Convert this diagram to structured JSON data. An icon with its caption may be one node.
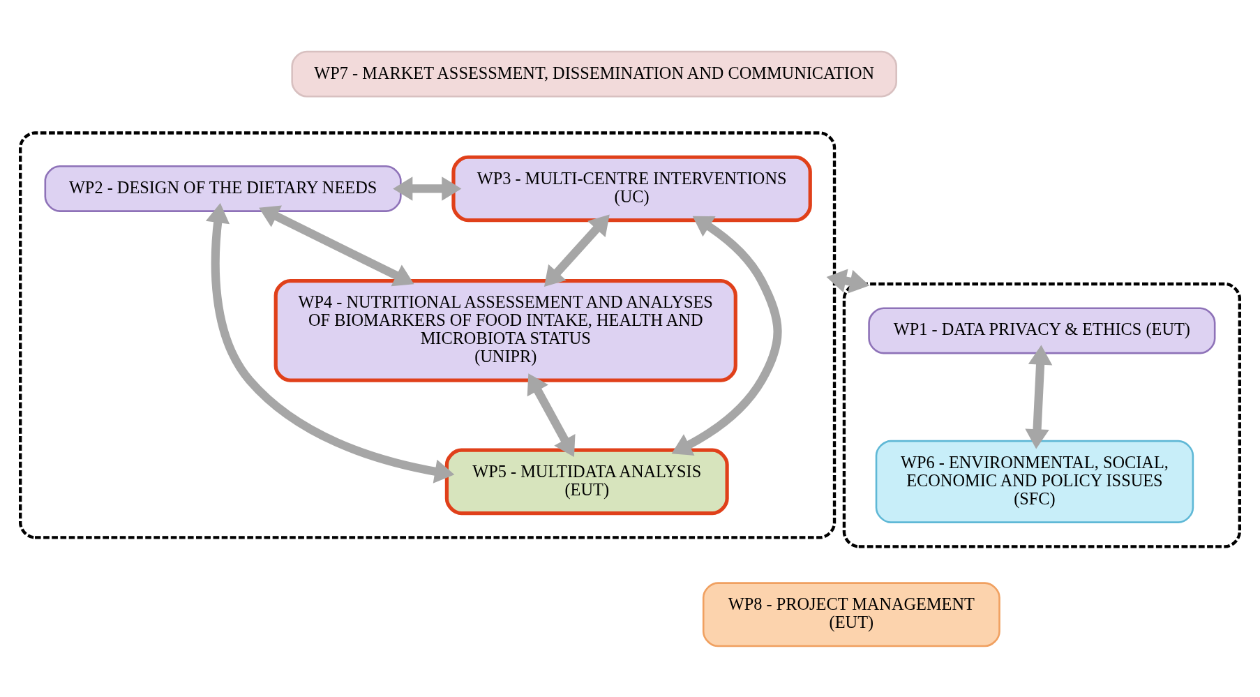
{
  "diagram": {
    "nodes": [
      {
        "text": [
          "WP7 - MARKET ASSESSMENT, DISSEMINATION AND COMMUNICATION"
        ]
      },
      {
        "text": [],
        "shape": "box"
      },
      {
        "text": [
          "WP2 - DESIGN OF THE DIETARY NEEDS"
        ],
        "in": 1
      },
      {
        "text": [
          "WP3 - MULTI-CENTRE INTERVENTIONS",
          "(UC)"
        ],
        "in": 1
      },
      {
        "text": [
          "WP4 - NUTRITIONAL ASSESSEMENT AND ANALYSES OF BIOMARKERS OF FOOD INTAKE, HEALTH AND MICROBIOTA STATUS",
          "(UNIPR)"
        ],
        "in": 1
      },
      {
        "text": [
          "WP5 - MULTIDATA ANALYSIS",
          "(EUT)"
        ],
        "in": 1
      },
      {
        "text": [],
        "shape": "box"
      },
      {
        "text": [
          "WP1 - DATA PRIVACY & ETHICS (EUT)"
        ],
        "in": 6
      },
      {
        "text": [
          "WP6 - ENVIRONMENTAL, SOCIAL, ECONOMIC AND POLICY ISSUES",
          "(SFC)"
        ],
        "in": 6
      },
      {
        "text": [
          "WP8 - PROJECT MANAGEMENT",
          "(EUT)"
        ]
      }
    ],
    "edges": [
      {
        "from": 2,
        "to": 3,
        "arrow": "both"
      },
      {
        "from": 2,
        "to": 4,
        "arrow": "both"
      },
      {
        "from": 3,
        "to": 4,
        "arrow": "both"
      },
      {
        "from": 2,
        "to": 5,
        "arrow": "both"
      },
      {
        "from": 3,
        "to": 5,
        "arrow": "both"
      },
      {
        "from": 4,
        "to": 5,
        "arrow": "both"
      },
      {
        "from": 1,
        "to": 6,
        "arrow": "both"
      },
      {
        "from": 7,
        "to": 8,
        "arrow": "both"
      }
    ]
  }
}
